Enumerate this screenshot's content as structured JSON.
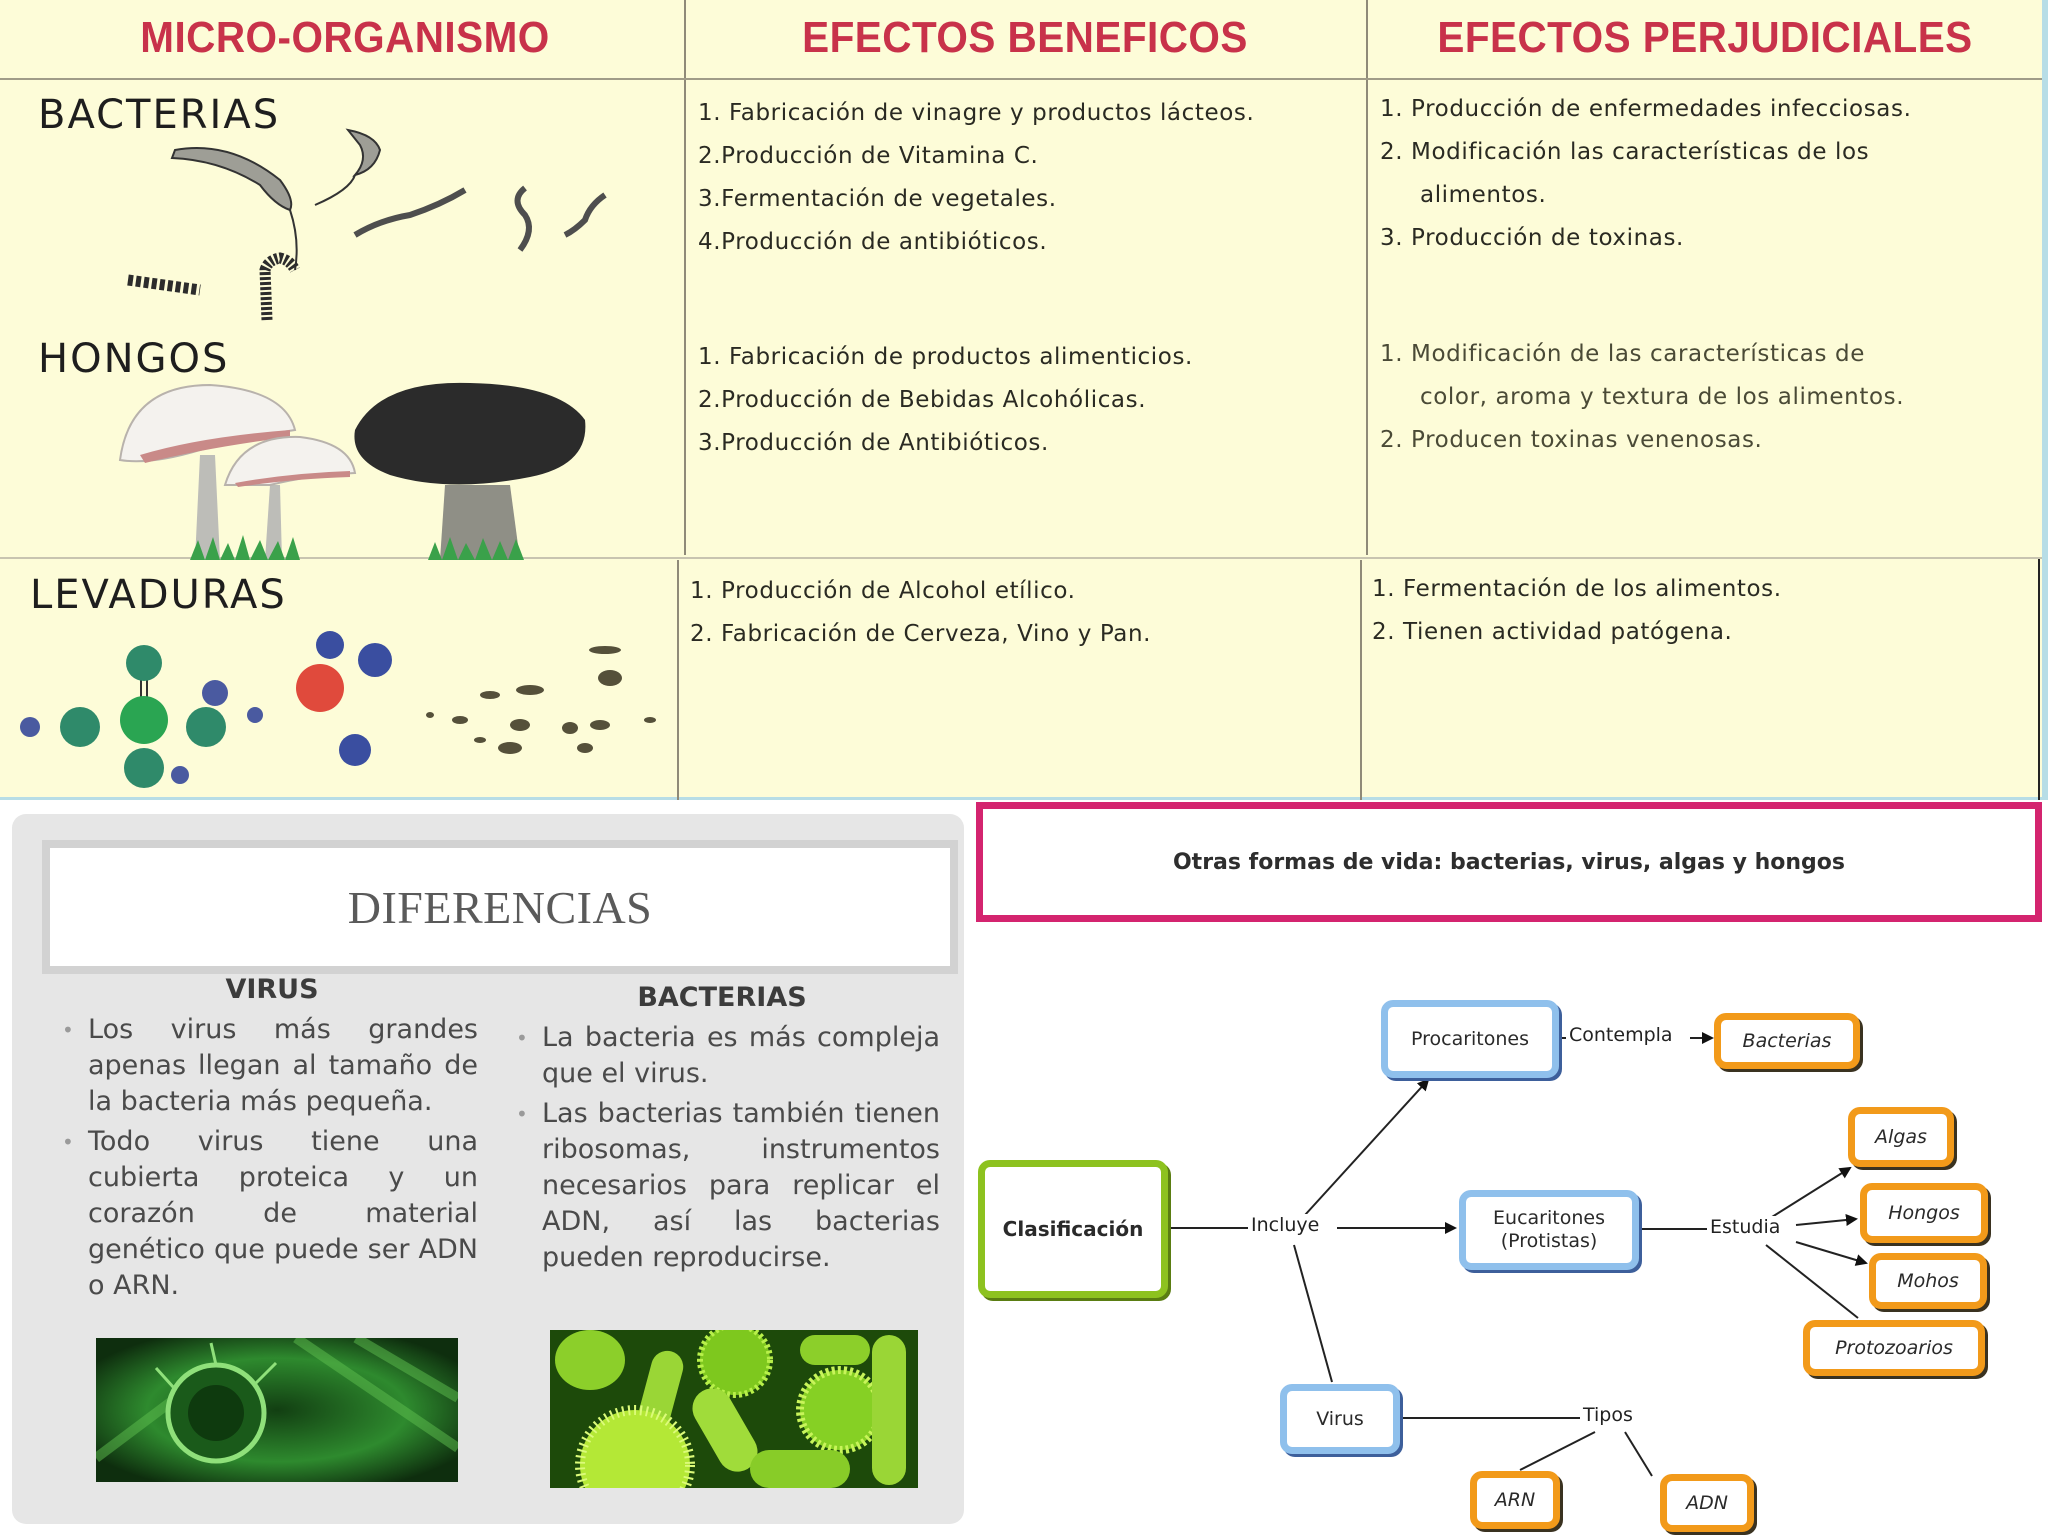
{
  "table": {
    "headers": [
      "MICRO-ORGANISMO",
      "EFECTOS BENEFICOS",
      "EFECTOS PERJUDICIALES"
    ],
    "header_color": "#c8324a",
    "background": "#fdfcd8",
    "rows": [
      {
        "organism": "BACTERIAS",
        "beneficial": [
          "1. Fabricación de vinagre y productos lácteos.",
          "2.Producción de Vitamina C.",
          "3.Fermentación de vegetales.",
          "4.Producción de antibióticos."
        ],
        "harmful": [
          "1. Producción de enfermedades infecciosas.",
          "2. Modificación las características de los",
          "alimentos.",
          "3. Producción de toxinas."
        ]
      },
      {
        "organism": "HONGOS",
        "beneficial": [
          "1. Fabricación de productos alimenticios.",
          "2.Producción de Bebidas Alcohólicas.",
          "3.Producción de Antibióticos."
        ],
        "harmful": [
          "1. Modificación de las características de",
          "color, aroma y textura de los alimentos.",
          "2. Producen toxinas venenosas."
        ]
      },
      {
        "organism": "LEVADURAS",
        "beneficial": [
          "1. Producción de Alcohol etílico.",
          "2. Fabricación de Cerveza, Vino y Pan."
        ],
        "harmful": [
          "1. Fermentación de los alimentos.",
          "2. Tienen actividad patógena."
        ]
      }
    ]
  },
  "diferencias": {
    "title": "DIFERENCIAS",
    "columns": [
      {
        "heading": "VIRUS",
        "bullets": [
          "Los virus más grandes apenas llegan al tamaño de la bacteria más pequeña.",
          "Todo virus tiene una cubierta proteica y un corazón de material genético que puede ser ADN o ARN."
        ],
        "image": "virus-microscope-image"
      },
      {
        "heading": "BACTERIAS",
        "bullets": [
          "La bacteria es más compleja que el virus.",
          "Las bacterias también tienen ribosomas, instrumentos necesarios para replicar el ADN, así las bacterias pueden reproducirse."
        ],
        "image": "bacteria-microscope-image"
      }
    ]
  },
  "concept_map": {
    "title": "Otras formas de vida: bacterias, virus, algas y hongos",
    "title_border_color": "#d4246f",
    "colors": {
      "root": "#8dc21f",
      "category": "#8fc0ec",
      "leaf": "#f29a1a"
    },
    "nodes": {
      "root": "Clasificación",
      "procariotes": "Procaritones",
      "eucariotes": "Eucaritones (Protistas)",
      "virus": "Virus",
      "bacterias": "Bacterias",
      "algas": "Algas",
      "hongos": "Hongos",
      "mohos": "Mohos",
      "protozoarios": "Protozoarios",
      "arn": "ARN",
      "adn": "ADN"
    },
    "links": {
      "incluye": "Incluye",
      "contempla": "Contempla",
      "estudia": "Estudia",
      "tipos": "Tipos"
    }
  }
}
